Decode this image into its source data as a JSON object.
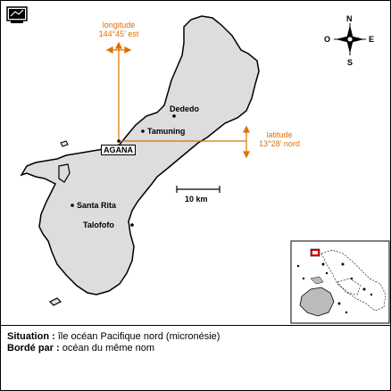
{
  "map": {
    "longitude": {
      "label": "longitude",
      "value": "144°45' est"
    },
    "latitude": {
      "label": "latitude",
      "value": "13°28' nord"
    },
    "capital": "AGANA",
    "cities": [
      "Dededo",
      "Tamuning",
      "Santa Rita",
      "Talofofo"
    ],
    "scale_label": "10 km",
    "compass": {
      "n": "N",
      "s": "S",
      "e": "E",
      "w": "O"
    },
    "colors": {
      "land": "#dddddd",
      "accent": "#e07000",
      "inset_highlight": "#e00000"
    }
  },
  "info": {
    "situation_label": "Situation :",
    "situation_value": "île océan Pacifique nord (micronésie)",
    "borde_label": "Bordé par :",
    "borde_value": "océan du même nom"
  }
}
